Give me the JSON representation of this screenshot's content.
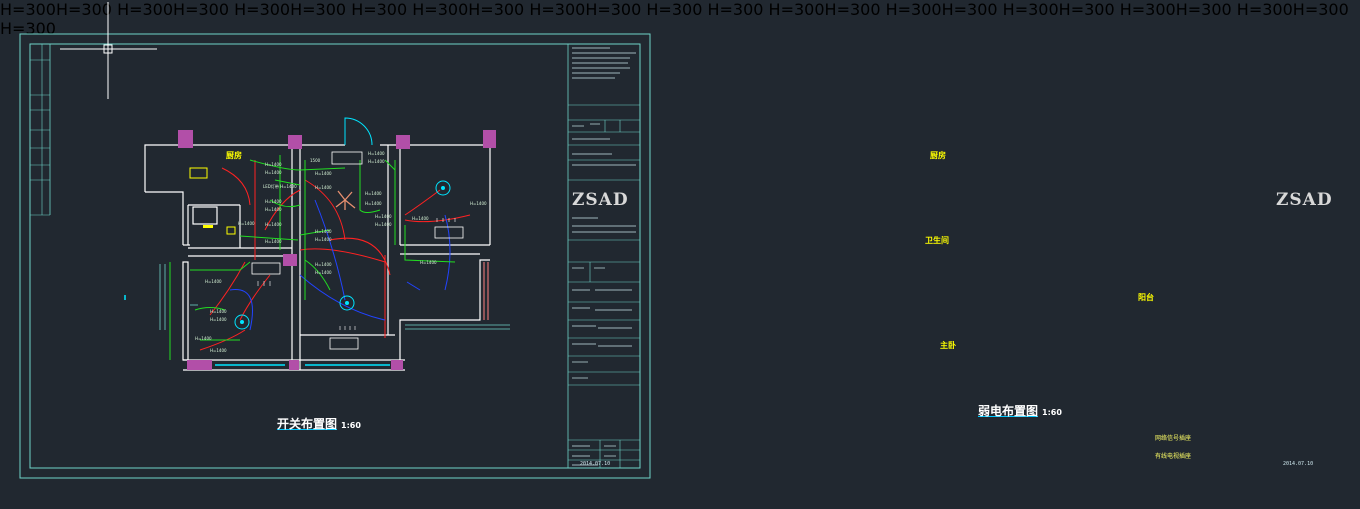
{
  "sheets": [
    {
      "title": "开关布置图",
      "scale": "1:60",
      "logo": "ZSAD",
      "date": "2014.07.10",
      "rooms": [
        "厨房"
      ]
    },
    {
      "title": "弱电布置图",
      "scale": "1:60",
      "logo": "ZSAD",
      "date": "2014.07.10",
      "rooms": [
        "厨房",
        "卫生间",
        "主卧",
        "阳台"
      ],
      "legend_text_top": "网络信号插座",
      "legend_text_bottom": "有线电视插座"
    }
  ],
  "colors": {
    "background": "#212830",
    "frame": "#6ed3c8",
    "wall": "#ffffff",
    "wiring_green": "#22dd22",
    "wiring_red": "#ff2222",
    "wiring_blue": "#2244ff",
    "column": "#b24fa8",
    "text_yellow": "#ffff00",
    "cyan": "#00e5ff"
  },
  "crosshair_cursor": "cad-crosshair-icon"
}
